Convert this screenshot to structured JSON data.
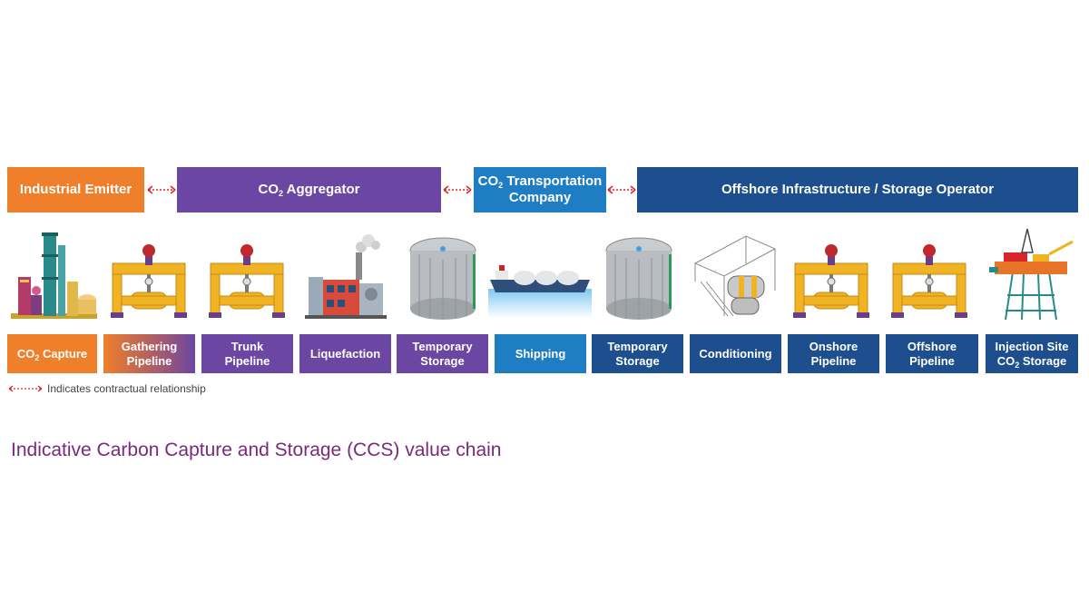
{
  "roles": [
    {
      "main": "Industrial Emitter",
      "sub": "",
      "tail": ""
    },
    {
      "main": "CO",
      "sub": "2",
      "tail": " Aggregator"
    },
    {
      "main": "CO",
      "sub": "2",
      "tail": " Transportation",
      "line2": "Company"
    },
    {
      "main": "Offshore Infrastructure / Storage Operator",
      "sub": "",
      "tail": ""
    }
  ],
  "steps": [
    {
      "main": "CO",
      "sub": "2",
      "tail": " Capture",
      "line2": ""
    },
    {
      "main": "Gathering",
      "line2": "Pipeline"
    },
    {
      "main": "Trunk",
      "line2": "Pipeline"
    },
    {
      "main": "Liquefaction",
      "line2": ""
    },
    {
      "main": "Temporary",
      "line2": "Storage"
    },
    {
      "main": "Shipping",
      "line2": ""
    },
    {
      "main": "Temporary",
      "line2": "Storage"
    },
    {
      "main": "Conditioning",
      "line2": ""
    },
    {
      "main": "Onshore",
      "line2": "Pipeline"
    },
    {
      "main": "Offshore",
      "line2": "Pipeline"
    },
    {
      "main": "Injection Site",
      "line2a": "CO",
      "line2sub": "2",
      "line2b": " Storage"
    }
  ],
  "legend": "Indicates contractual relationship",
  "caption": "Indicative Carbon Capture and Storage (CCS) value chain",
  "icons": [
    "refinery-icon",
    "pipeline-valve-icon",
    "pipeline-valve-icon",
    "factory-icon",
    "storage-tank-icon",
    "lng-ship-icon",
    "storage-tank-icon",
    "conditioning-unit-icon",
    "pipeline-valve-icon",
    "pipeline-valve-icon",
    "offshore-platform-icon"
  ],
  "colors": {
    "orange": "#ef7f2a",
    "purple": "#6b46a2",
    "blue": "#1f7dc4",
    "navy": "#1d4f8e",
    "arrow": "#d9262c",
    "caption": "#7a2a7a"
  }
}
